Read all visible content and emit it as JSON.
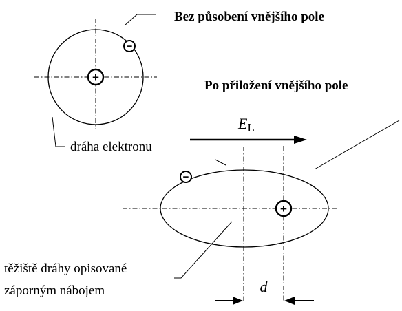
{
  "diagram": {
    "title_without_field": "Bez působení vnějšího pole",
    "title_with_field": "Po přiložení vnějšího pole",
    "field_symbol": "E",
    "field_subscript": "L",
    "label_electron_path": "dráha elektronu",
    "label_centroid_line1": "těžiště dráhy opisované",
    "label_centroid_line2": "záporným nábojem",
    "label_displacement": "d",
    "electron_sign": "−",
    "nucleus_sign": "+"
  },
  "colors": {
    "ink": "#000000",
    "background": "#ffffff"
  }
}
